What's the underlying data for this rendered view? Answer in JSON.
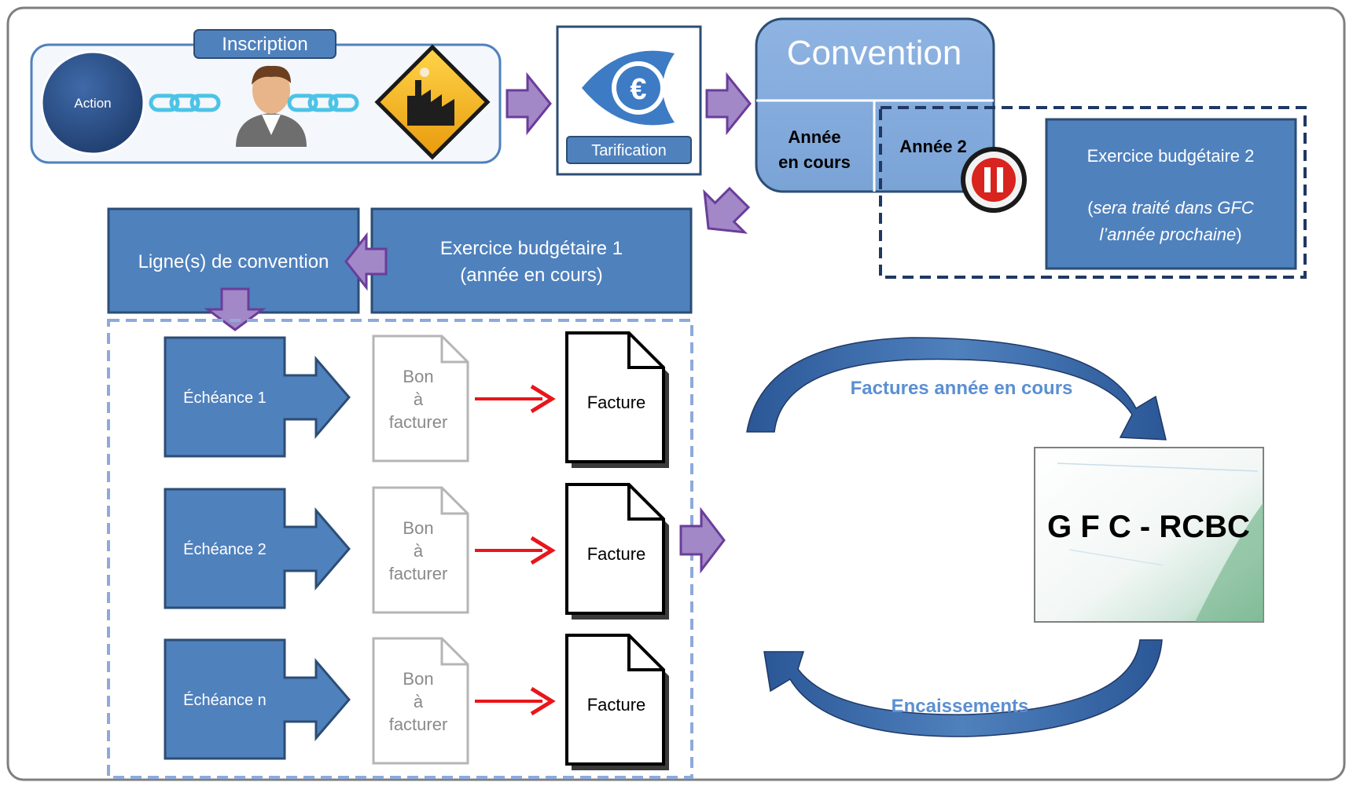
{
  "inscription": {
    "label": "Inscription",
    "action_label": "Action"
  },
  "tarification": {
    "label": "Tarification",
    "symbol": "€"
  },
  "convention": {
    "title": "Convention",
    "current_year_line1": "Année",
    "current_year_line2": "en cours",
    "year2": "Année 2"
  },
  "budget_year2": {
    "title": "Exercice budgétaire 2",
    "note_line1": "sera traité dans GFC",
    "note_line2": "l’année prochaine"
  },
  "budget_year1": {
    "line1": "Exercice budgétaire 1",
    "line2": "(année en cours)"
  },
  "convention_lines": {
    "label": "Ligne(s) de convention"
  },
  "echeances": [
    {
      "label": "Échéance 1",
      "bon_1": "Bon",
      "bon_2": "à",
      "bon_3": "facturer",
      "facture": "Facture"
    },
    {
      "label": "Échéance 2",
      "bon_1": "Bon",
      "bon_2": "à",
      "bon_3": "facturer",
      "facture": "Facture"
    },
    {
      "label": "Échéance n",
      "bon_1": "Bon",
      "bon_2": "à",
      "bon_3": "facturer",
      "facture": "Facture"
    }
  ],
  "gfc": {
    "label": "G F C - RCBC"
  },
  "cycle": {
    "top_label": "Factures année en cours",
    "bottom_label": "Encaissements"
  },
  "colors": {
    "box_blue": "#4f81bd",
    "box_border": "#2c4d75",
    "purple_arrow": "#a288c6",
    "purple_outline": "#6a3d9a",
    "red_arrow": "#e8151b",
    "light_text_blue": "#5b8fd1"
  }
}
